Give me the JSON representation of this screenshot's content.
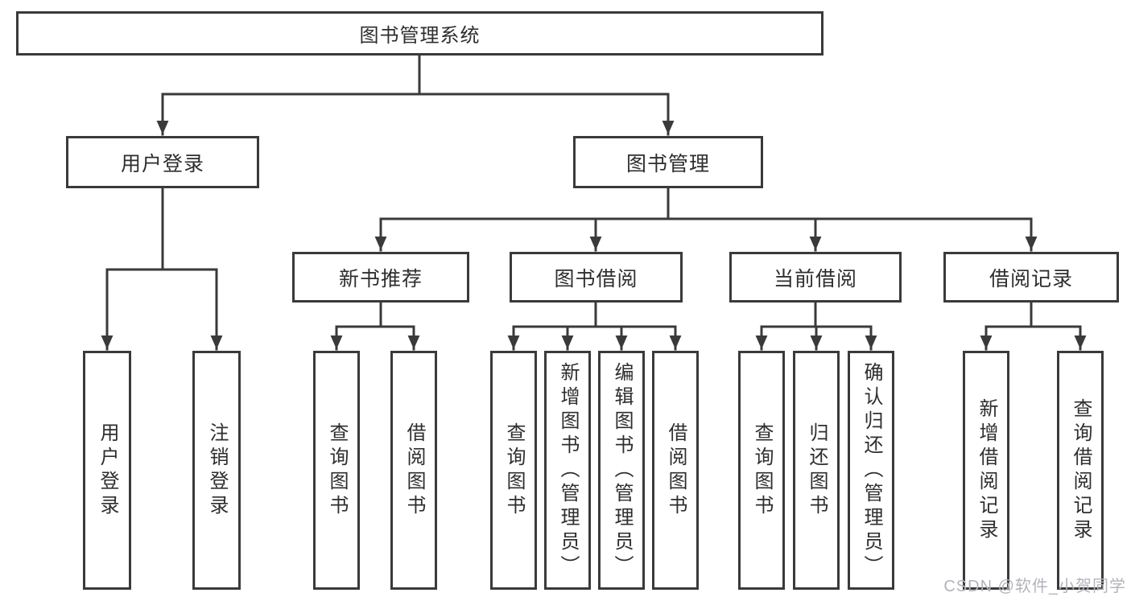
{
  "diagram": {
    "root": "图书管理系统",
    "branches": {
      "user": "用户登录",
      "book": "图书管理"
    },
    "modules": [
      "新书推荐",
      "图书借阅",
      "当前借阅",
      "借阅记录"
    ],
    "leaves": {
      "user": [
        "用户登录",
        "注销登录"
      ],
      "new_books": [
        "查询图书",
        "借阅图书"
      ],
      "book_borrow": [
        "查询图书",
        "新增图书（管理员）",
        "编辑图书（管理员）",
        "借阅图书"
      ],
      "current_borrow": [
        "查询图书",
        "归还图书",
        "确认归还（管理员）"
      ],
      "borrow_records": [
        "新增借阅记录",
        "查询借阅记录"
      ]
    },
    "watermark": "CSDN @软件_小贺同学",
    "colors": {
      "line": "#3a3a3a",
      "text": "#2e2e2e",
      "box_bg": "#ffffff",
      "watermark": "#b3b3bc"
    }
  }
}
